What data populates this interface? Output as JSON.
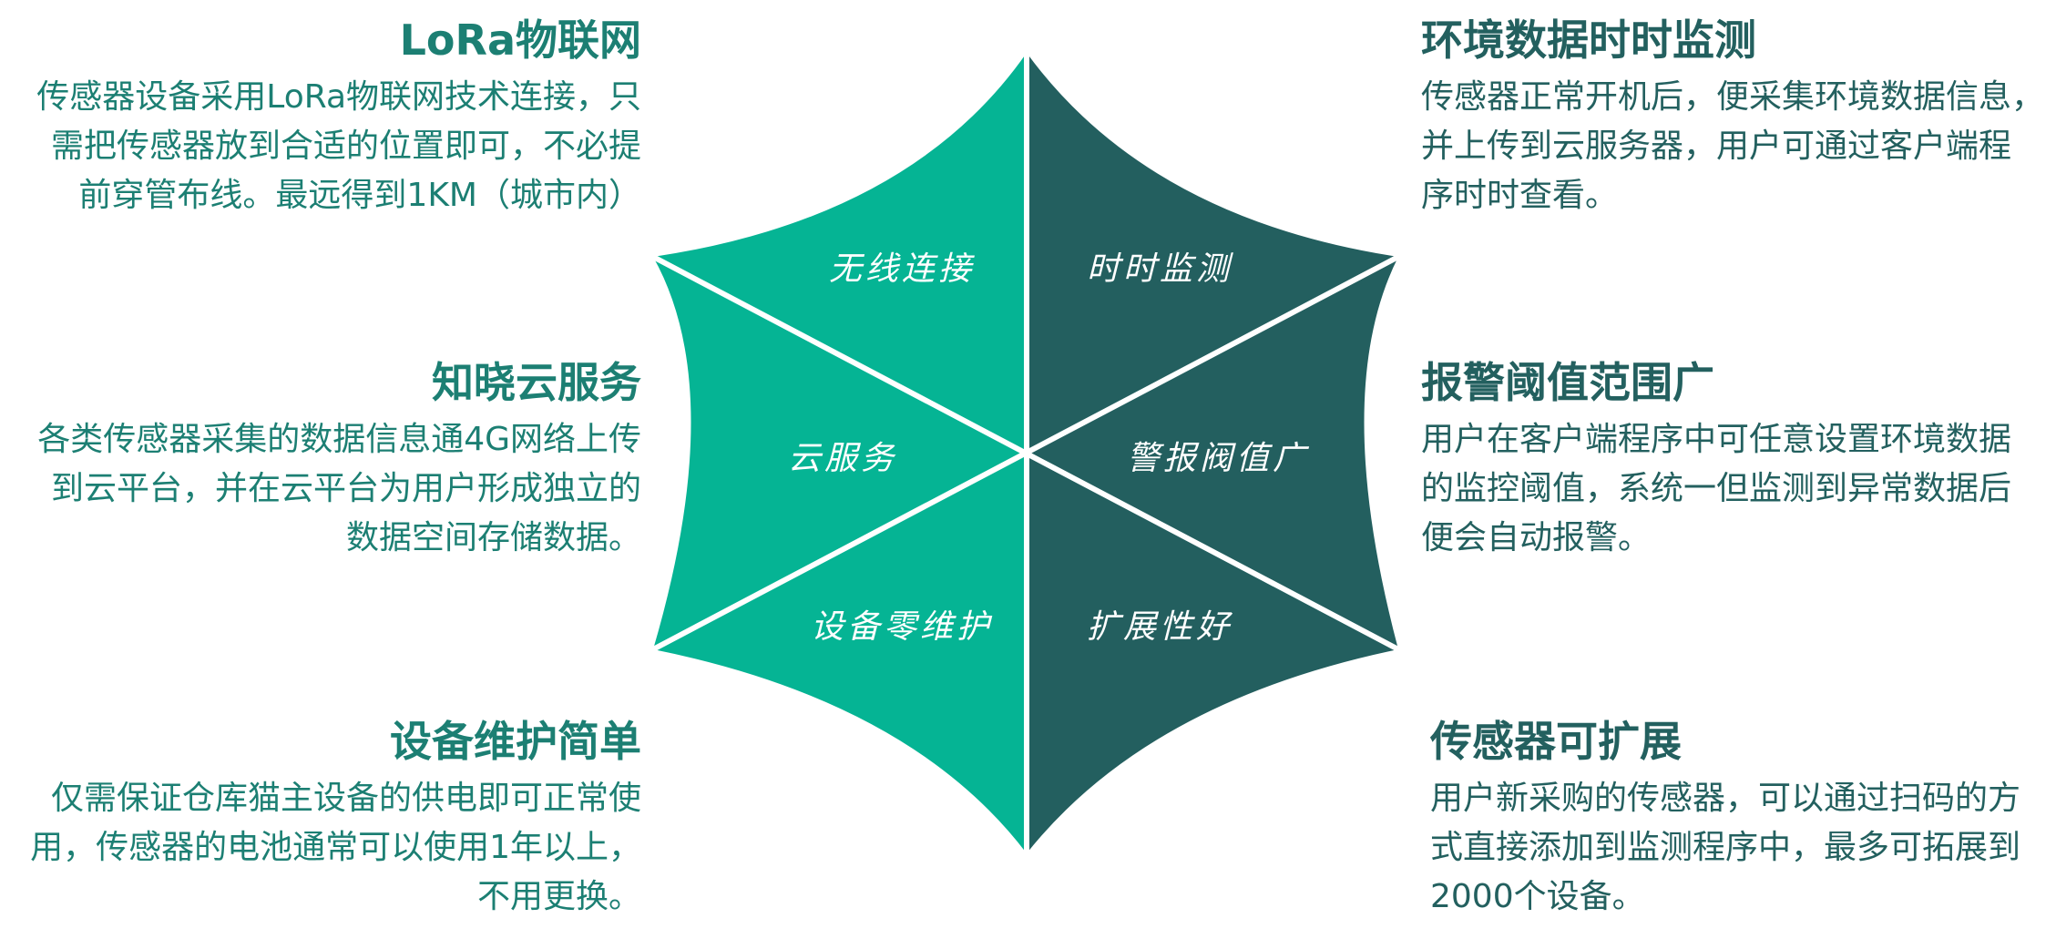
{
  "colors": {
    "teal": "#05b494",
    "dark_teal": "#235f5f",
    "separator": "#ffffff",
    "title_left": "#1c7f73",
    "title_right": "#23605f"
  },
  "center_labels": {
    "wireless": "无线连接",
    "monitor": "时时监测",
    "cloud": "云服务",
    "alarm": "警报阀值广",
    "maint": "设备零维护",
    "expand": "扩展性好"
  },
  "features": {
    "lora": {
      "title": "LoRa物联网",
      "lines": [
        "传感器设备采用LoRa物联网技术连接，只",
        "需把传感器放到合适的位置即可，不必提",
        "前穿管布线。最远得到1KM（城市内）"
      ]
    },
    "cloud": {
      "title": "知晓云服务",
      "lines": [
        "各类传感器采集的数据信息通4G网络上传",
        "到云平台，并在云平台为用户形成独立的",
        "数据空间存储数据。"
      ]
    },
    "maint": {
      "title": "设备维护简单",
      "lines": [
        "仅需保证仓库猫主设备的供电即可正常使",
        "用，传感器的电池通常可以使用1年以上，",
        "不用更换。"
      ]
    },
    "monitor": {
      "title": "环境数据时时监测",
      "lines": [
        "传感器正常开机后，便采集环境数据信息，",
        "并上传到云服务器，用户可通过客户端程",
        "序时时查看。"
      ]
    },
    "alarm": {
      "title": "报警阈值范围广",
      "lines": [
        "用户在客户端程序中可任意设置环境数据",
        "的监控阈值，系统一但监测到异常数据后",
        "便会自动报警。"
      ]
    },
    "expand": {
      "title": "传感器可扩展",
      "lines": [
        "用户新采购的传感器，可以通过扫码的方",
        "式直接添加到监测程序中，最多可拓展到",
        "2000个设备。"
      ]
    }
  }
}
